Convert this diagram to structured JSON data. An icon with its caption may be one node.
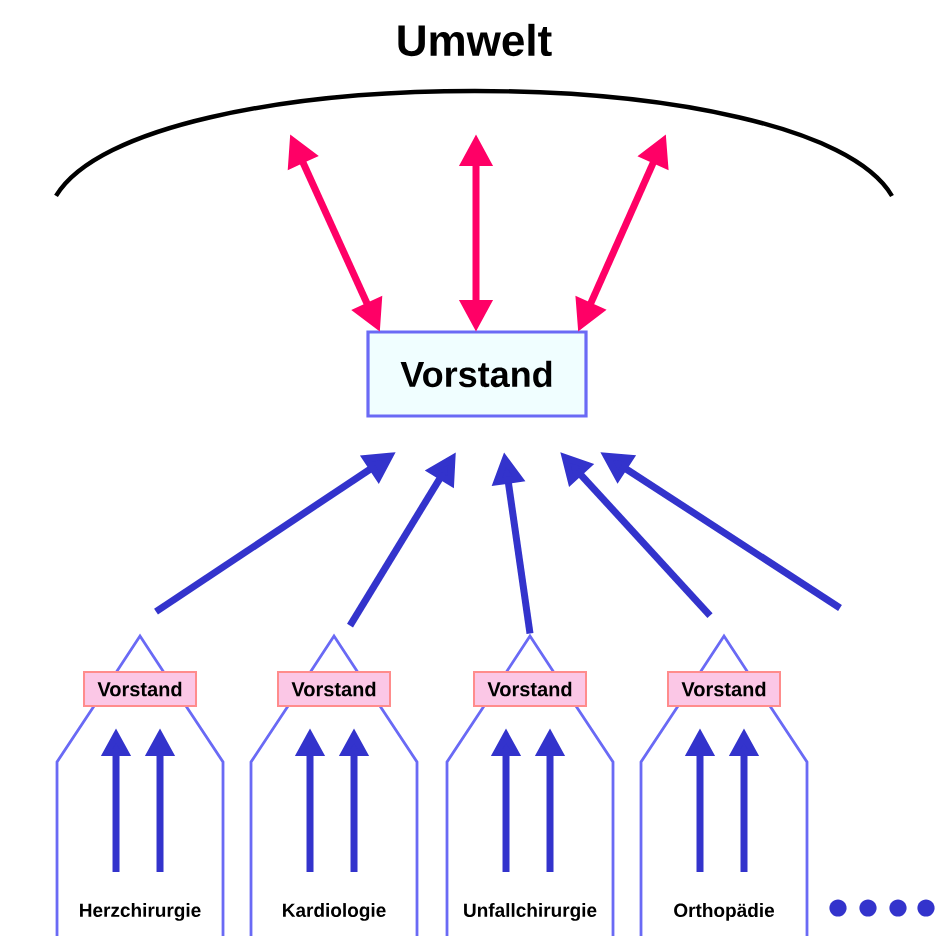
{
  "diagram": {
    "title": "Umwelt",
    "nodes": [
      {
        "text": [
          "Vorstand"
        ]
      },
      {
        "text": [
          "Herzchirurgie"
        ]
      },
      {
        "text": [
          "Vorstand"
        ],
        "in": 1
      },
      {
        "text": [
          "Kardiologie"
        ]
      },
      {
        "text": [
          "Vorstand"
        ],
        "in": 3
      },
      {
        "text": [
          "Unfallchirurgie"
        ]
      },
      {
        "text": [
          "Vorstand"
        ],
        "in": 5
      },
      {
        "text": [
          "Orthopädie"
        ]
      },
      {
        "text": [
          "Vorstand"
        ],
        "in": 7
      }
    ],
    "edges": [
      {
        "from": 0,
        "to": null,
        "arrow": "both",
        "color": "#ff0066"
      },
      {
        "from": 0,
        "to": null,
        "arrow": "both",
        "color": "#ff0066"
      },
      {
        "from": 0,
        "to": null,
        "arrow": "both",
        "color": "#ff0066"
      },
      {
        "from": 1,
        "to": 0,
        "arrow": "to"
      },
      {
        "from": 3,
        "to": 0,
        "arrow": "to"
      },
      {
        "from": 5,
        "to": 0,
        "arrow": "to"
      },
      {
        "from": 7,
        "to": 0,
        "arrow": "to"
      },
      {
        "from": null,
        "to": 0,
        "arrow": "to"
      }
    ]
  }
}
